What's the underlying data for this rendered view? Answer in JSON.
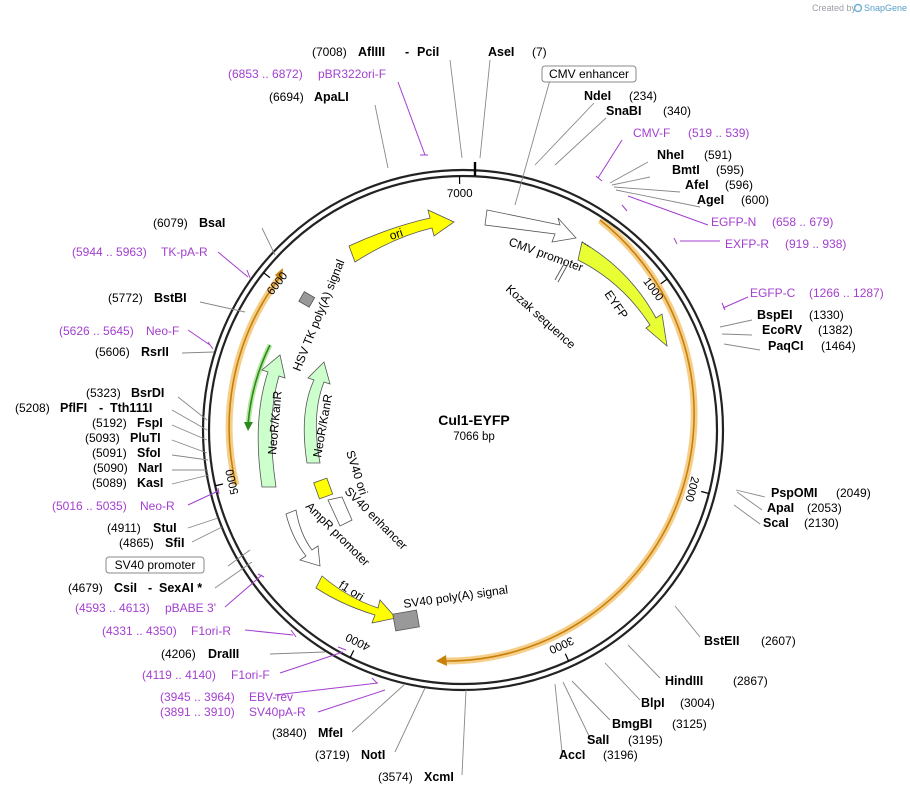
{
  "credit": {
    "prefix": "Created by",
    "brand": "SnapGene"
  },
  "map": {
    "name": "Cul1-EYFP",
    "length_label": "7066 bp",
    "length": 7066
  },
  "ticks": [
    "1000",
    "2000",
    "3000",
    "4000",
    "5000",
    "6000",
    "7000"
  ],
  "sites_right": [
    {
      "name": "AseI",
      "pos": "(7)"
    },
    {
      "name": "NdeI",
      "pos": "(234)"
    },
    {
      "name": "SnaBI",
      "pos": "(340)"
    },
    {
      "name": "NheI",
      "pos": "(591)"
    },
    {
      "name": "BmtI",
      "pos": "(595)"
    },
    {
      "name": "AfeI",
      "pos": "(596)"
    },
    {
      "name": "AgeI",
      "pos": "(600)"
    },
    {
      "name": "BspEI",
      "pos": "(1330)"
    },
    {
      "name": "EcoRV",
      "pos": "(1382)"
    },
    {
      "name": "PaqCI",
      "pos": "(1464)"
    },
    {
      "name": "PspOMI",
      "pos": "(2049)"
    },
    {
      "name": "ApaI",
      "pos": "(2053)"
    },
    {
      "name": "ScaI",
      "pos": "(2130)"
    },
    {
      "name": "BstEII",
      "pos": "(2607)"
    },
    {
      "name": "HindIII",
      "pos": "(2867)"
    },
    {
      "name": "BlpI",
      "pos": "(3004)"
    },
    {
      "name": "BmgBI",
      "pos": "(3125)"
    },
    {
      "name": "SalI",
      "pos": "(3195)"
    },
    {
      "name": "AccI",
      "pos": "(3196)"
    },
    {
      "name": "XcmI",
      "pos": "(3574)"
    },
    {
      "name": "NotI",
      "pos": "(3719)"
    },
    {
      "name": "MfeI",
      "pos": "(3840)"
    }
  ],
  "sites_left": [
    {
      "name": "AflIII",
      "name2": "PciI",
      "pos": "(7008)"
    },
    {
      "name": "ApaLI",
      "pos": "(6694)"
    },
    {
      "name": "BsaI",
      "pos": "(6079)"
    },
    {
      "name": "BstBI",
      "pos": "(5772)"
    },
    {
      "name": "RsrII",
      "pos": "(5606)"
    },
    {
      "name": "BsrDI",
      "pos": "(5323)"
    },
    {
      "name": "PflFI",
      "name2": "Tth111I",
      "pos": "(5208)"
    },
    {
      "name": "FspI",
      "pos": "(5192)"
    },
    {
      "name": "PluTI",
      "pos": "(5093)"
    },
    {
      "name": "SfoI",
      "pos": "(5091)"
    },
    {
      "name": "NarI",
      "pos": "(5090)"
    },
    {
      "name": "KasI",
      "pos": "(5089)"
    },
    {
      "name": "StuI",
      "pos": "(4911)"
    },
    {
      "name": "SfiI",
      "pos": "(4865)"
    },
    {
      "name": "CsiI",
      "name2": "SexAI *",
      "pos": "(4679)"
    },
    {
      "name": "DraIII",
      "pos": "(4206)"
    }
  ],
  "primers": [
    {
      "name": "pBR322ori-F",
      "pos": "(6853 .. 6872)"
    },
    {
      "name": "CMV-F",
      "pos": "(519 .. 539)"
    },
    {
      "name": "EGFP-N",
      "pos": "(658 .. 679)"
    },
    {
      "name": "EXFP-R",
      "pos": "(919 .. 938)"
    },
    {
      "name": "EGFP-C",
      "pos": "(1266 .. 1287)"
    },
    {
      "name": "TK-pA-R",
      "pos": "(5944 .. 5963)"
    },
    {
      "name": "Neo-F",
      "pos": "(5626 .. 5645)"
    },
    {
      "name": "Neo-R",
      "pos": "(5016 .. 5035)"
    },
    {
      "name": "pBABE 3'",
      "pos": "(4593 .. 4613)"
    },
    {
      "name": "F1ori-R",
      "pos": "(4331 .. 4350)"
    },
    {
      "name": "F1ori-F",
      "pos": "(4119 .. 4140)"
    },
    {
      "name": "EBV-rev",
      "pos": "(3945 .. 3964)"
    },
    {
      "name": "SV40pA-R",
      "pos": "(3891 .. 3910)"
    }
  ],
  "boxed_features": [
    "CMV enhancer",
    "SV40 promoter"
  ],
  "features": {
    "ori": "ori",
    "cmv_promoter": "CMV promoter",
    "kozak": "Kozak sequence",
    "eyfp": "EYFP",
    "hsv": "HSV TK poly(A) signal",
    "neo_outer": "NeoR/KanR",
    "neo_inner": "NeoR/KanR",
    "sv40_ori": "SV40 ori",
    "sv40_enh": "SV40 enhancer",
    "ampr_prom": "AmpR promoter",
    "f1": "f1 ori",
    "sv40_pa": "SV40 poly(A) signal"
  },
  "colors": {
    "primer": "#a33fd0",
    "ori": "#ffff00",
    "eyfp": "#e8ff33",
    "neo": "#ccffcc",
    "orf": "#f5b042",
    "backbone": "#222222"
  }
}
